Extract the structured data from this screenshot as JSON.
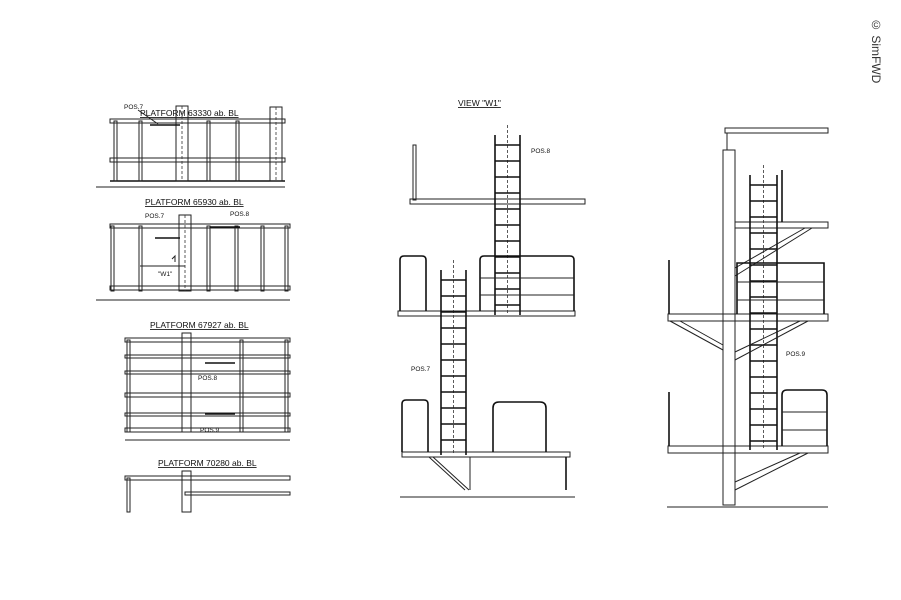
{
  "watermark": "© SimFWD",
  "left_panel": {
    "views": [
      {
        "title": "PLATFORM 63330 ab. BL",
        "labels": [
          "POS.7"
        ]
      },
      {
        "title": "PLATFORM 65930 ab. BL",
        "labels": [
          "POS.7",
          "POS.8",
          "\"W1\""
        ]
      },
      {
        "title": "PLATFORM 67927 ab. BL",
        "labels": [
          "POS.8",
          "POS.9"
        ]
      },
      {
        "title": "PLATFORM 70280 ab. BL",
        "labels": []
      }
    ]
  },
  "middle_panel": {
    "title": "VIEW \"W1\"",
    "labels": [
      "POS.8",
      "POS.7"
    ]
  },
  "right_panel": {
    "labels": [
      "POS.9"
    ]
  }
}
